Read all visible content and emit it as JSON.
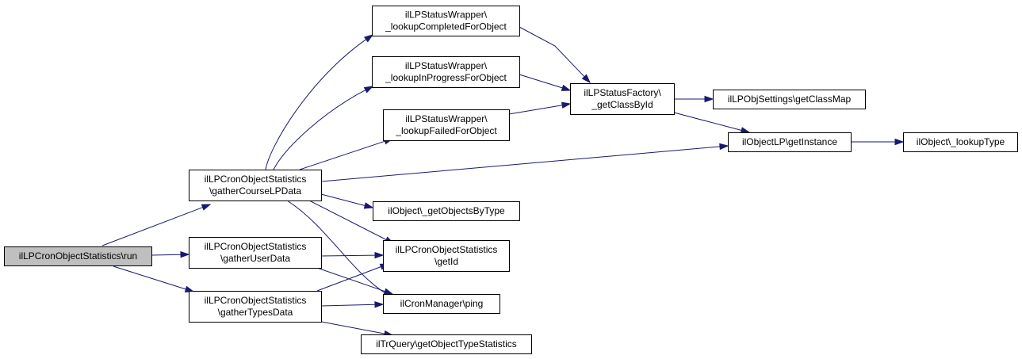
{
  "colors": {
    "edge": "#191970",
    "node_fill": "#ffffff",
    "root_fill": "#bfbfbf",
    "node_border": "#000000"
  },
  "nodes": [
    {
      "id": "run",
      "lines": [
        "ilLPCronObjectStatistics\\run"
      ],
      "root": true
    },
    {
      "id": "gatherCourseLPData",
      "lines": [
        "ilLPCronObjectStatistics",
        "\\gatherCourseLPData"
      ]
    },
    {
      "id": "gatherUserData",
      "lines": [
        "ilLPCronObjectStatistics",
        "\\gatherUserData"
      ]
    },
    {
      "id": "gatherTypesData",
      "lines": [
        "ilLPCronObjectStatistics",
        "\\gatherTypesData"
      ]
    },
    {
      "id": "lookupCompleted",
      "lines": [
        "ilLPStatusWrapper\\",
        "_lookupCompletedForObject"
      ]
    },
    {
      "id": "lookupInProgress",
      "lines": [
        "ilLPStatusWrapper\\",
        "_lookupInProgressForObject"
      ]
    },
    {
      "id": "lookupFailed",
      "lines": [
        "ilLPStatusWrapper\\",
        "_lookupFailedForObject"
      ]
    },
    {
      "id": "getClassById",
      "lines": [
        "ilLPStatusFactory\\",
        "_getClassById"
      ]
    },
    {
      "id": "getClassMap",
      "lines": [
        "ilLPObjSettings\\getClassMap"
      ]
    },
    {
      "id": "getInstance",
      "lines": [
        "ilObjectLP\\getInstance"
      ]
    },
    {
      "id": "lookupType",
      "lines": [
        "ilObject\\_lookupType"
      ]
    },
    {
      "id": "getObjectsByType",
      "lines": [
        "ilObject\\_getObjectsByType"
      ]
    },
    {
      "id": "getId",
      "lines": [
        "ilLPCronObjectStatistics",
        "\\getId"
      ]
    },
    {
      "id": "ping",
      "lines": [
        "ilCronManager\\ping"
      ]
    },
    {
      "id": "getObjectTypeStatistics",
      "lines": [
        "ilTrQuery\\getObjectTypeStatistics"
      ]
    }
  ],
  "edges": [
    {
      "from": "run",
      "to": "gatherCourseLPData"
    },
    {
      "from": "run",
      "to": "gatherUserData"
    },
    {
      "from": "run",
      "to": "gatherTypesData"
    },
    {
      "from": "gatherCourseLPData",
      "to": "lookupCompleted"
    },
    {
      "from": "gatherCourseLPData",
      "to": "lookupInProgress"
    },
    {
      "from": "gatherCourseLPData",
      "to": "lookupFailed"
    },
    {
      "from": "gatherCourseLPData",
      "to": "getInstance"
    },
    {
      "from": "gatherCourseLPData",
      "to": "getObjectsByType"
    },
    {
      "from": "gatherCourseLPData",
      "to": "getId"
    },
    {
      "from": "gatherCourseLPData",
      "to": "ping"
    },
    {
      "from": "gatherUserData",
      "to": "getId"
    },
    {
      "from": "gatherUserData",
      "to": "ping"
    },
    {
      "from": "gatherTypesData",
      "to": "getId"
    },
    {
      "from": "gatherTypesData",
      "to": "ping"
    },
    {
      "from": "gatherTypesData",
      "to": "getObjectTypeStatistics"
    },
    {
      "from": "lookupCompleted",
      "to": "getClassById"
    },
    {
      "from": "lookupInProgress",
      "to": "getClassById"
    },
    {
      "from": "lookupFailed",
      "to": "getClassById"
    },
    {
      "from": "getClassById",
      "to": "getClassMap"
    },
    {
      "from": "getClassById",
      "to": "getInstance"
    },
    {
      "from": "getInstance",
      "to": "lookupType"
    }
  ]
}
